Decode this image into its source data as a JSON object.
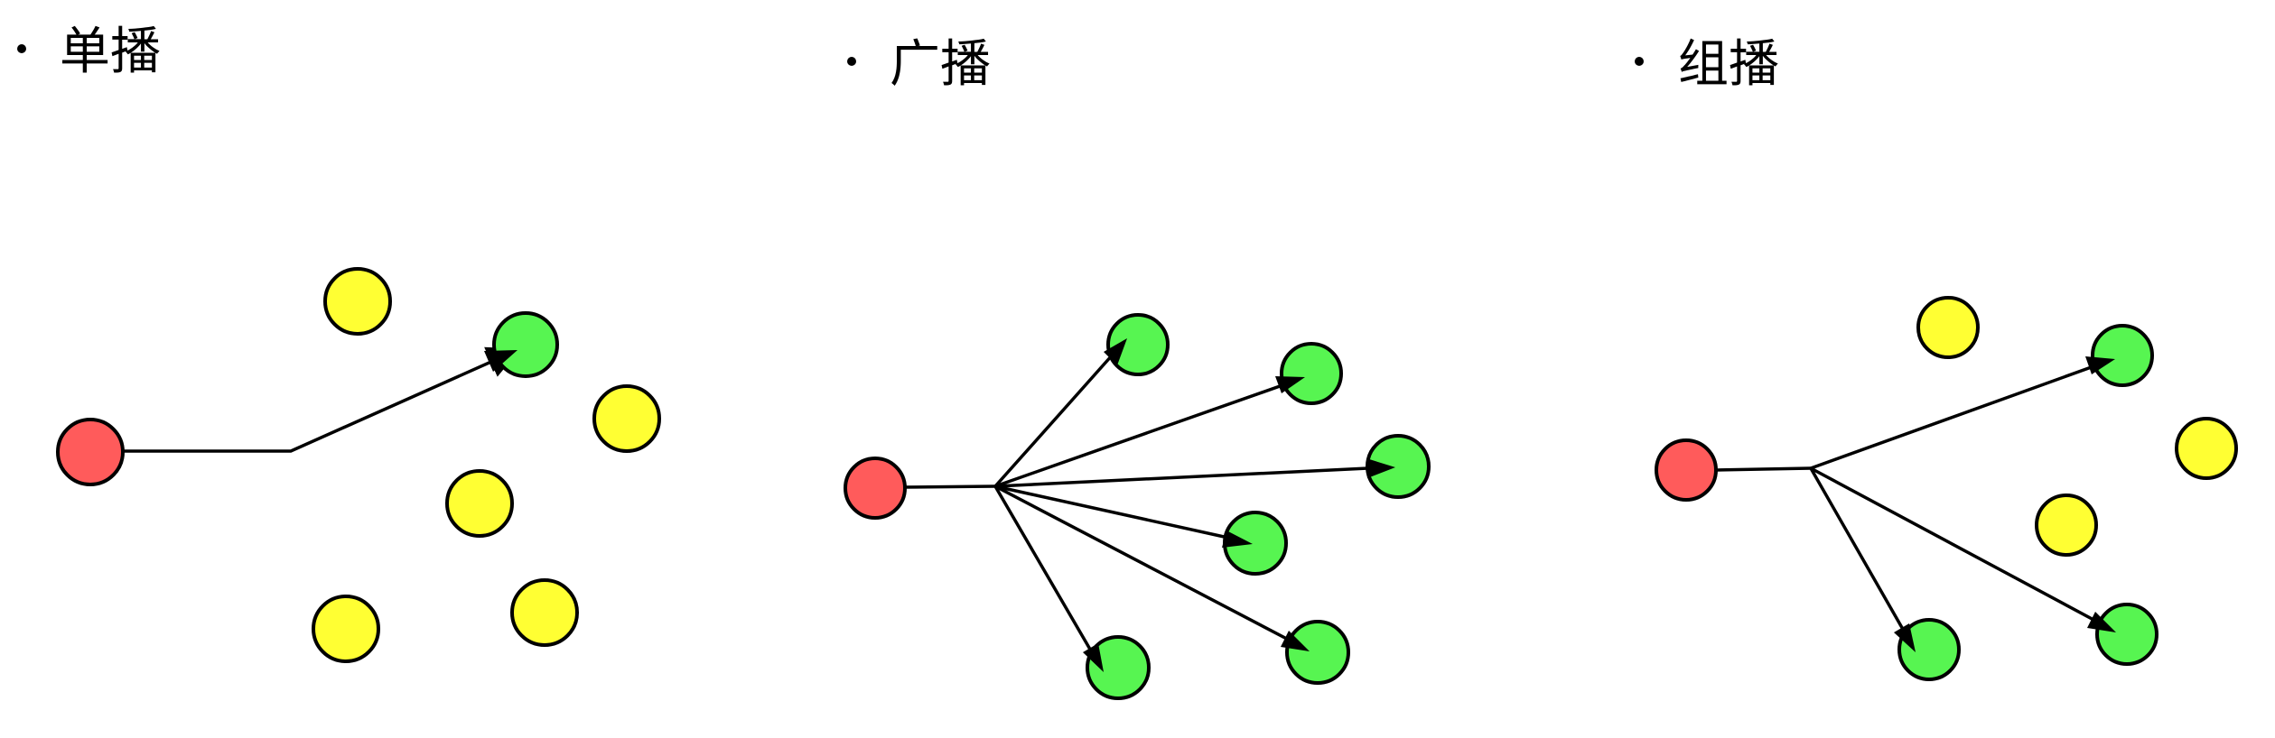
{
  "colors": {
    "sender": "#ff5b5b",
    "receiver": "#57f551",
    "other": "#ffff33",
    "stroke": "#000000",
    "background": "#ffffff"
  },
  "panels": [
    {
      "id": "unicast",
      "title": "单播"
    },
    {
      "id": "broadcast",
      "title": "广播"
    },
    {
      "id": "multicast",
      "title": "组播"
    }
  ]
}
